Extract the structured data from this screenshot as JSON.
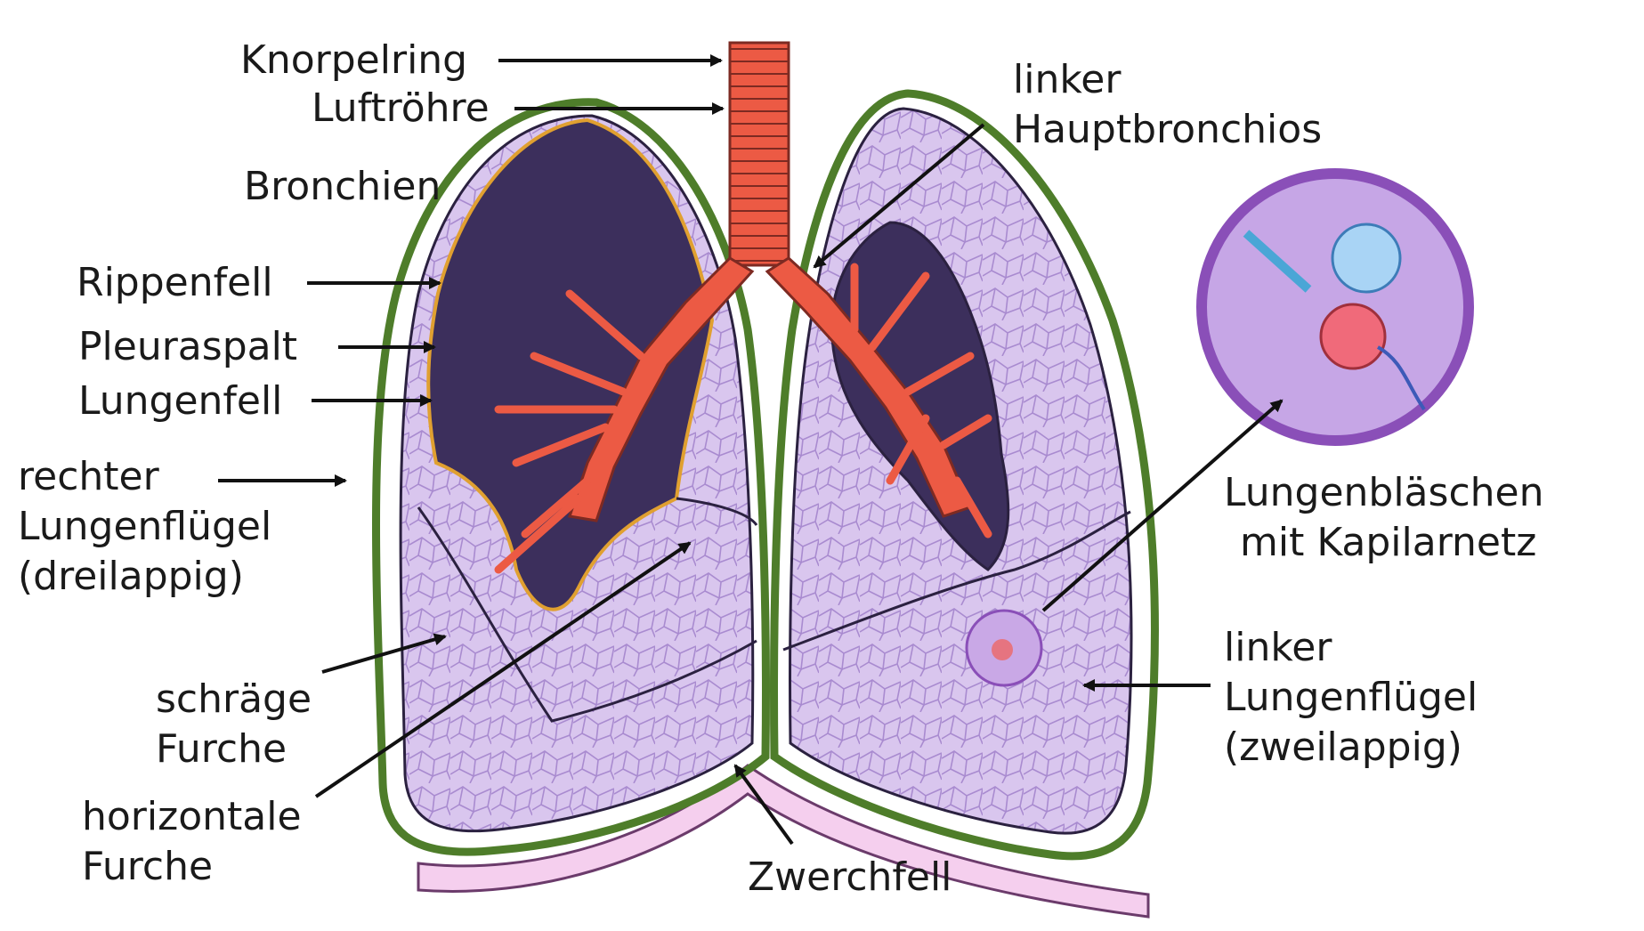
{
  "labels": {
    "knorpelring": "Knorpelring",
    "luftroehre": "Luftröhre",
    "bronchien": "Bronchien",
    "rippenfell": "Rippenfell",
    "pleuraspalt": "Pleuraspalt",
    "lungenfell": "Lungenfell",
    "rechter_lungenfluegel": [
      "rechter",
      "Lungenflügel",
      "(dreilappig)"
    ],
    "schraege_furche": [
      "schräge",
      "Furche"
    ],
    "horizontale_furche": [
      "horizontale",
      "Furche"
    ],
    "linker_hauptbronchios": [
      "linker",
      "Hauptbronchios"
    ],
    "lungenblaeschen": [
      "Lungenbläschen",
      "mit Kapilarnetz"
    ],
    "linker_lungenfluegel": [
      "linker",
      "Lungenflügel",
      "(zweilappig)"
    ],
    "zwerchfell": "Zwerchfell"
  },
  "colors": {
    "pleura_green": "#4e7d2a",
    "lung_fill": "#d7c3ec",
    "lung_mesh": "#a98bd0",
    "lung_dark": "#3c2f5c",
    "bronchus": "#ec5a44",
    "diaphragm": "#f5cfee",
    "inset_border": "#8a4fb8"
  }
}
